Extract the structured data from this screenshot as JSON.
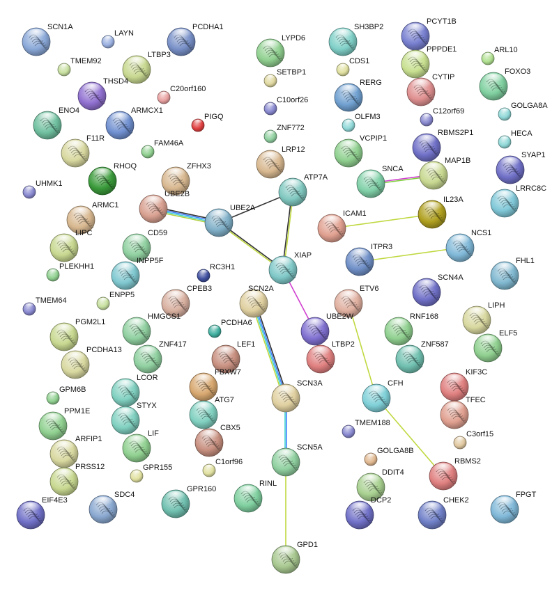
{
  "nodes": [
    {
      "label": "SCN1A",
      "color": "#8aa8d8",
      "size": "large"
    },
    {
      "label": "LAYN",
      "color": "#9ab0e0",
      "size": "small"
    },
    {
      "label": "PCDHA1",
      "color": "#7890c8",
      "size": "large"
    },
    {
      "label": "TMEM92",
      "color": "#c8e0a0",
      "size": "small"
    },
    {
      "label": "LTBP3",
      "color": "#c8d890",
      "size": "large"
    },
    {
      "label": "THSD4",
      "color": "#9070d0",
      "size": "large"
    },
    {
      "label": "C20orf160",
      "color": "#e8a0a0",
      "size": "small"
    },
    {
      "label": "ENO4",
      "color": "#70c0a0",
      "size": "large"
    },
    {
      "label": "ARMCX1",
      "color": "#7090d0",
      "size": "large"
    },
    {
      "label": "PIGQ",
      "color": "#e04040",
      "size": "small"
    },
    {
      "label": "F11R",
      "color": "#d8d8a0",
      "size": "large"
    },
    {
      "label": "FAM46A",
      "color": "#90d090",
      "size": "small"
    },
    {
      "label": "RHOQ",
      "color": "#3a9a3a",
      "size": "large"
    },
    {
      "label": "ZFHX3",
      "color": "#d8b890",
      "size": "large"
    },
    {
      "label": "UHMK1",
      "color": "#8888d0",
      "size": "small"
    },
    {
      "label": "UBE2B",
      "color": "#d8a090",
      "size": "large"
    },
    {
      "label": "ARMC1",
      "color": "#d8b890",
      "size": "large"
    },
    {
      "label": "LIPC",
      "color": "#c8d890",
      "size": "large"
    },
    {
      "label": "CD59",
      "color": "#90d0a0",
      "size": "large"
    },
    {
      "label": "PLEKHH1",
      "color": "#90d090",
      "size": "small"
    },
    {
      "label": "INPP5F",
      "color": "#80c8d0",
      "size": "large"
    },
    {
      "label": "RC3H1",
      "color": "#4050a0",
      "size": "small"
    },
    {
      "label": "TMEM64",
      "color": "#8888d0",
      "size": "small"
    },
    {
      "label": "ENPP5",
      "color": "#c8e0a0",
      "size": "small"
    },
    {
      "label": "CPEB3",
      "color": "#d8b0a0",
      "size": "large"
    },
    {
      "label": "PGM2L1",
      "color": "#c8d890",
      "size": "large"
    },
    {
      "label": "HMGCS1",
      "color": "#90d0a0",
      "size": "large"
    },
    {
      "label": "PCDHA6",
      "color": "#40b0a0",
      "size": "small"
    },
    {
      "label": "PCDHA13",
      "color": "#d8d8a0",
      "size": "large"
    },
    {
      "label": "ZNF417",
      "color": "#90d0a0",
      "size": "large"
    },
    {
      "label": "LEF1",
      "color": "#c89080",
      "size": "large"
    },
    {
      "label": "GPM6B",
      "color": "#90d090",
      "size": "small"
    },
    {
      "label": "LCOR",
      "color": "#80d0c0",
      "size": "large"
    },
    {
      "label": "FBXW7",
      "color": "#d8a870",
      "size": "large"
    },
    {
      "label": "PPM1E",
      "color": "#90d090",
      "size": "large"
    },
    {
      "label": "STYX",
      "color": "#80d0c0",
      "size": "large"
    },
    {
      "label": "ATG7",
      "color": "#80d0c0",
      "size": "large"
    },
    {
      "label": "ARFIP1",
      "color": "#d8d8a0",
      "size": "large"
    },
    {
      "label": "LIF",
      "color": "#90d090",
      "size": "large"
    },
    {
      "label": "CBX5",
      "color": "#c89080",
      "size": "large"
    },
    {
      "label": "PRSS12",
      "color": "#c8d890",
      "size": "large"
    },
    {
      "label": "GPR155",
      "color": "#e0e0a0",
      "size": "small"
    },
    {
      "label": "C1orf96",
      "color": "#e0e0a0",
      "size": "small"
    },
    {
      "label": "EIF4E3",
      "color": "#7070c8",
      "size": "large"
    },
    {
      "label": "SDC4",
      "color": "#8aa8d0",
      "size": "large"
    },
    {
      "label": "GPR160",
      "color": "#70c0b0",
      "size": "large"
    },
    {
      "label": "RINL",
      "color": "#80d0a0",
      "size": "large"
    },
    {
      "label": "LYPD6",
      "color": "#90d090",
      "size": "large"
    },
    {
      "label": "SETBP1",
      "color": "#e0d8a0",
      "size": "small"
    },
    {
      "label": "C10orf26",
      "color": "#8888d0",
      "size": "small"
    },
    {
      "label": "ZNF772",
      "color": "#90d0a0",
      "size": "small"
    },
    {
      "label": "LRP12",
      "color": "#d8b890",
      "size": "large"
    },
    {
      "label": "ATP7A",
      "color": "#80c8c0",
      "size": "large"
    },
    {
      "label": "UBE2A",
      "color": "#80b0c8",
      "size": "large"
    },
    {
      "label": "XIAP",
      "color": "#80c8c8",
      "size": "large"
    },
    {
      "label": "SCN2A",
      "color": "#e0d0a0",
      "size": "large"
    },
    {
      "label": "SCN3A",
      "color": "#e0d0a0",
      "size": "large"
    },
    {
      "label": "SCN5A",
      "color": "#90d0a0",
      "size": "large"
    },
    {
      "label": "GPD1",
      "color": "#a8c890",
      "size": "large"
    },
    {
      "label": "SH3BP2",
      "color": "#80d0c8",
      "size": "large"
    },
    {
      "label": "CDS1",
      "color": "#e0e0a0",
      "size": "small"
    },
    {
      "label": "RERG",
      "color": "#70a0d0",
      "size": "large"
    },
    {
      "label": "OLFM3",
      "color": "#90d8d8",
      "size": "small"
    },
    {
      "label": "VCPIP1",
      "color": "#90d090",
      "size": "large"
    },
    {
      "label": "SNCA",
      "color": "#80d0a8",
      "size": "large"
    },
    {
      "label": "ICAM1",
      "color": "#e0a090",
      "size": "large"
    },
    {
      "label": "ITPR3",
      "color": "#7090c8",
      "size": "large"
    },
    {
      "label": "ETV6",
      "color": "#e0b0a0",
      "size": "large"
    },
    {
      "label": "UBE2W",
      "color": "#8070d0",
      "size": "large"
    },
    {
      "label": "LTBP2",
      "color": "#e08080",
      "size": "large"
    },
    {
      "label": "CFH",
      "color": "#80d0d8",
      "size": "large"
    },
    {
      "label": "TMEM188",
      "color": "#8888d0",
      "size": "small"
    },
    {
      "label": "GOLGA8B",
      "color": "#e0b890",
      "size": "small"
    },
    {
      "label": "DDIT4",
      "color": "#a8d090",
      "size": "large"
    },
    {
      "label": "DCP2",
      "color": "#7070c8",
      "size": "large"
    },
    {
      "label": "PCYT1B",
      "color": "#7880d0",
      "size": "large"
    },
    {
      "label": "PPPDE1",
      "color": "#c8e090",
      "size": "large"
    },
    {
      "label": "CYTIP",
      "color": "#e09090",
      "size": "large"
    },
    {
      "label": "C12orf69",
      "color": "#8888d0",
      "size": "small"
    },
    {
      "label": "RBMS2P1",
      "color": "#7070c8",
      "size": "large"
    },
    {
      "label": "MAP1B",
      "color": "#c8d890",
      "size": "large"
    },
    {
      "label": "IL23A",
      "color": "#b0a020",
      "size": "large"
    },
    {
      "label": "NCS1",
      "color": "#80b8d8",
      "size": "large"
    },
    {
      "label": "SCN4A",
      "color": "#7070c8",
      "size": "large"
    },
    {
      "label": "RNF168",
      "color": "#90d090",
      "size": "large"
    },
    {
      "label": "ZNF587",
      "color": "#70c0b0",
      "size": "large"
    },
    {
      "label": "KIF3C",
      "color": "#e08080",
      "size": "large"
    },
    {
      "label": "TFEC",
      "color": "#e0a090",
      "size": "large"
    },
    {
      "label": "C3orf15",
      "color": "#e0c8a0",
      "size": "small"
    },
    {
      "label": "RBMS2",
      "color": "#e08080",
      "size": "large"
    },
    {
      "label": "CHEK2",
      "color": "#7080c8",
      "size": "large"
    },
    {
      "label": "ARL10",
      "color": "#b0e090",
      "size": "small"
    },
    {
      "label": "FOXO3",
      "color": "#80d0a0",
      "size": "large"
    },
    {
      "label": "GOLGA8A",
      "color": "#90d8d8",
      "size": "small"
    },
    {
      "label": "HECA",
      "color": "#90d8d8",
      "size": "small"
    },
    {
      "label": "SYAP1",
      "color": "#7070c8",
      "size": "large"
    },
    {
      "label": "LRRC8C",
      "color": "#80c8d8",
      "size": "large"
    },
    {
      "label": "FHL1",
      "color": "#80b8d0",
      "size": "large"
    },
    {
      "label": "LIPH",
      "color": "#d8d8a0",
      "size": "large"
    },
    {
      "label": "ELF5",
      "color": "#90d090",
      "size": "large"
    },
    {
      "label": "FPGT",
      "color": "#80b8d8",
      "size": "large"
    }
  ],
  "edges": [
    {
      "from": "UBE2B",
      "to": "UBE2A",
      "colors": [
        "#333333",
        "#4080ff",
        "#40d0d0",
        "#b0d040"
      ]
    },
    {
      "from": "UBE2A",
      "to": "ATP7A",
      "colors": [
        "#333333"
      ]
    },
    {
      "from": "UBE2A",
      "to": "XIAP",
      "colors": [
        "#333333",
        "#c0d840"
      ]
    },
    {
      "from": "ATP7A",
      "to": "XIAP",
      "colors": [
        "#c0d840",
        "#333333"
      ]
    },
    {
      "from": "XIAP",
      "to": "UBE2W",
      "colors": [
        "#d040d0"
      ]
    },
    {
      "from": "SCN2A",
      "to": "SCN3A",
      "colors": [
        "#333333",
        "#4080ff",
        "#40d0d0",
        "#c0d840"
      ]
    },
    {
      "from": "SCN3A",
      "to": "SCN5A",
      "colors": [
        "#4080ff",
        "#40d0d0"
      ]
    },
    {
      "from": "SCN5A",
      "to": "GPD1",
      "colors": [
        "#c0d840"
      ]
    },
    {
      "from": "SNCA",
      "to": "MAP1B",
      "colors": [
        "#d040d0",
        "#80d040"
      ]
    },
    {
      "from": "ICAM1",
      "to": "IL23A",
      "colors": [
        "#c0d840"
      ]
    },
    {
      "from": "ITPR3",
      "to": "NCS1",
      "colors": [
        "#c0d840"
      ]
    },
    {
      "from": "ETV6",
      "to": "CFH",
      "colors": [
        "#c0d840"
      ]
    },
    {
      "from": "CFH",
      "to": "RBMS2",
      "colors": [
        "#c0d840"
      ]
    }
  ]
}
